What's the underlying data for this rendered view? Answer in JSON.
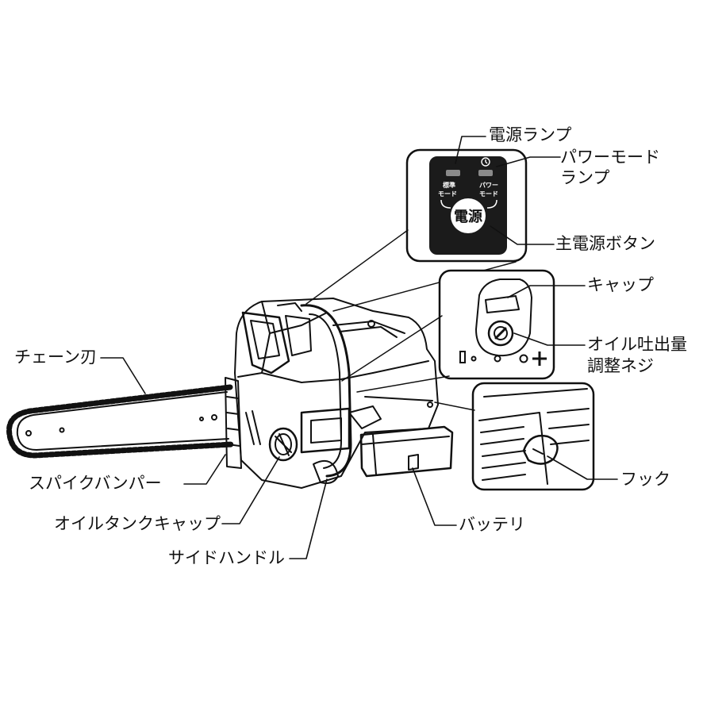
{
  "labels": {
    "power_lamp": "電源ランプ",
    "power_mode_lamp_line1": "パワーモード",
    "power_mode_lamp_line2": "ランプ",
    "main_power_button": "主電源ボタン",
    "cap": "キャップ",
    "oil_adjust_line1": "オイル吐出量",
    "oil_adjust_line2": "調整ネジ",
    "hook": "フック",
    "chain_blade": "チェーン刃",
    "spike_bumper": "スパイクバンパー",
    "oil_tank_cap": "オイルタンクキャップ",
    "side_handle": "サイドハンドル",
    "battery": "バッテリ"
  },
  "panel": {
    "button_text": "電源",
    "standard_mode_line1": "標準",
    "standard_mode_line2": "モード",
    "power_mode_line1": "パワー",
    "power_mode_line2": "モード"
  },
  "icons": [
    "timer-icon",
    "oil-min-icon",
    "oil-max-icon"
  ]
}
